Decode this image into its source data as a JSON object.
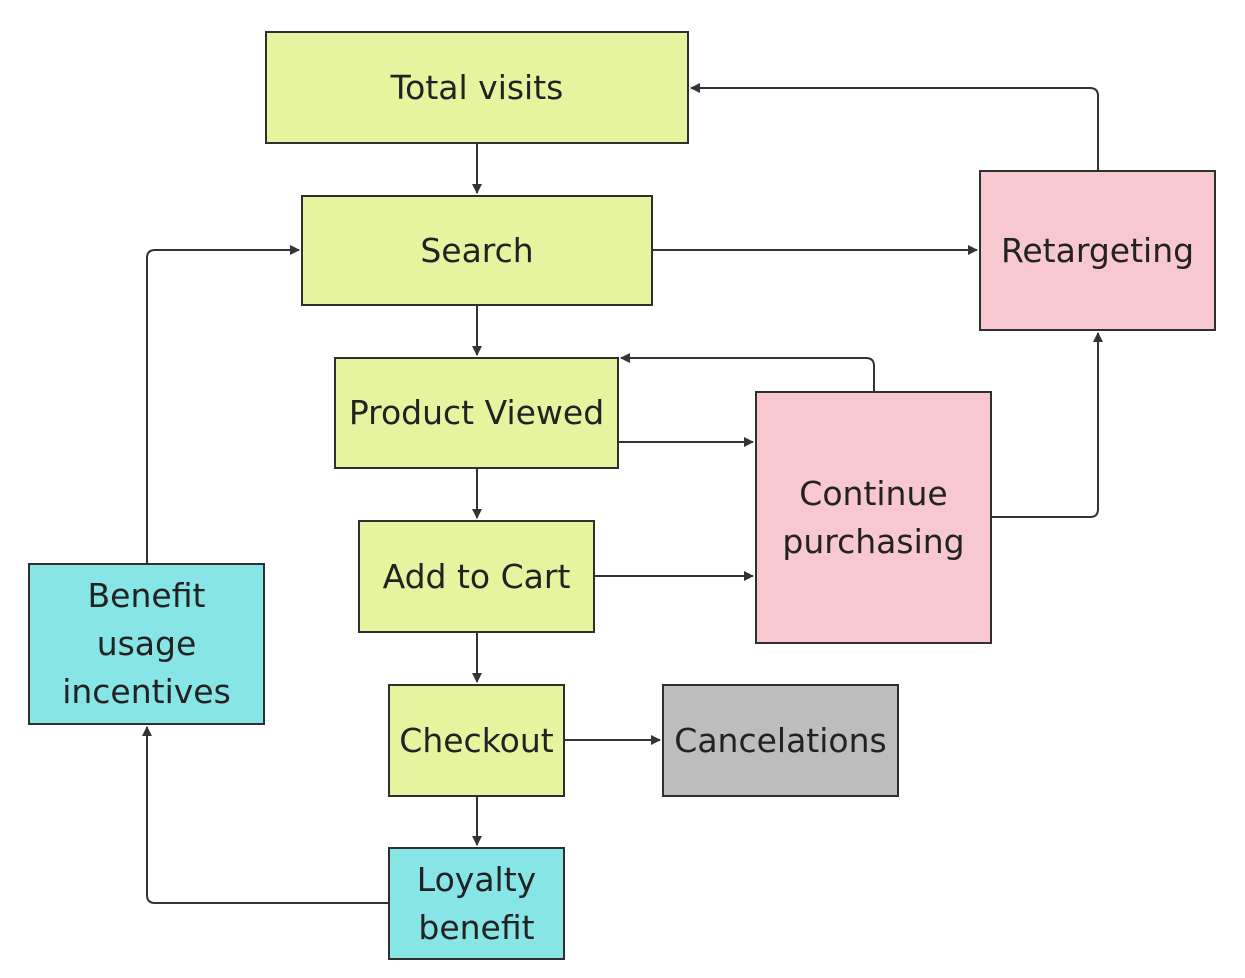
{
  "colors": {
    "funnel_step": "#e6f4a0",
    "recovery": "#f7c8cf",
    "loyalty": "#87e5e6",
    "cancel": "#bdbdbd",
    "line": "#333333"
  },
  "nodes": {
    "total_visits": {
      "label": "Total visits",
      "group": "funnel_step"
    },
    "search": {
      "label": "Search",
      "group": "funnel_step"
    },
    "product_viewed": {
      "label": "Product Viewed",
      "group": "funnel_step"
    },
    "add_to_cart": {
      "label": "Add to Cart",
      "group": "funnel_step"
    },
    "checkout": {
      "label": "Checkout",
      "group": "funnel_step"
    },
    "loyalty_benefit": {
      "label": "Loyalty\nbenefit",
      "group": "loyalty"
    },
    "benefit_usage": {
      "label": "Benefit\nusage\nincentives",
      "group": "loyalty"
    },
    "retargeting": {
      "label": "Retargeting",
      "group": "recovery"
    },
    "continue_purchasing": {
      "label": "Continue\npurchasing",
      "group": "recovery"
    },
    "cancelations": {
      "label": "Cancelations",
      "group": "cancel"
    }
  },
  "edges": [
    {
      "from": "total_visits",
      "to": "search"
    },
    {
      "from": "search",
      "to": "product_viewed"
    },
    {
      "from": "product_viewed",
      "to": "add_to_cart"
    },
    {
      "from": "add_to_cart",
      "to": "checkout"
    },
    {
      "from": "checkout",
      "to": "loyalty_benefit"
    },
    {
      "from": "checkout",
      "to": "cancelations"
    },
    {
      "from": "search",
      "to": "retargeting"
    },
    {
      "from": "retargeting",
      "to": "total_visits"
    },
    {
      "from": "product_viewed",
      "to": "continue_purchasing"
    },
    {
      "from": "continue_purchasing",
      "to": "product_viewed"
    },
    {
      "from": "add_to_cart",
      "to": "continue_purchasing"
    },
    {
      "from": "continue_purchasing",
      "to": "retargeting"
    },
    {
      "from": "loyalty_benefit",
      "to": "benefit_usage"
    },
    {
      "from": "benefit_usage",
      "to": "search"
    }
  ]
}
